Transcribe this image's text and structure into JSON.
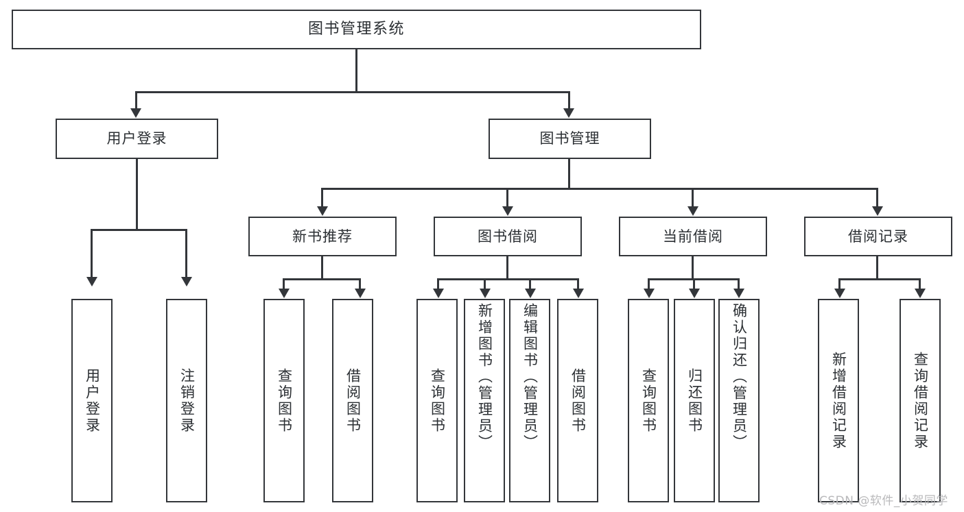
{
  "diagram": {
    "title": "图书管理系统",
    "type": "tree-hierarchy-chart",
    "colors": {
      "stroke": "#33363a",
      "fill": "#ffffff",
      "text": "#2b2f33",
      "watermark": "#b9b9bb"
    },
    "root": {
      "label": "图书管理系统"
    },
    "level2": [
      {
        "label": "用户登录"
      },
      {
        "label": "图书管理"
      }
    ],
    "level3": [
      {
        "label": "新书推荐"
      },
      {
        "label": "图书借阅"
      },
      {
        "label": "当前借阅"
      },
      {
        "label": "借阅记录"
      }
    ],
    "leaves": {
      "user_login": [
        {
          "label": "用户登录"
        },
        {
          "label": "注销登录"
        }
      ],
      "new_book_recommend": [
        {
          "label": "查询图书"
        },
        {
          "label": "借阅图书"
        }
      ],
      "book_borrow": [
        {
          "label": "查询图书"
        },
        {
          "label": "新增图书（管理员）"
        },
        {
          "label": "编辑图书（管理员）"
        },
        {
          "label": "借阅图书"
        }
      ],
      "current_borrow": [
        {
          "label": "查询图书"
        },
        {
          "label": "归还图书"
        },
        {
          "label": "确认归还（管理员）"
        }
      ],
      "borrow_record": [
        {
          "label": "新增借阅记录"
        },
        {
          "label": "查询借阅记录"
        }
      ]
    }
  },
  "watermark": {
    "text": "CSDN @软件_小贺同学"
  }
}
